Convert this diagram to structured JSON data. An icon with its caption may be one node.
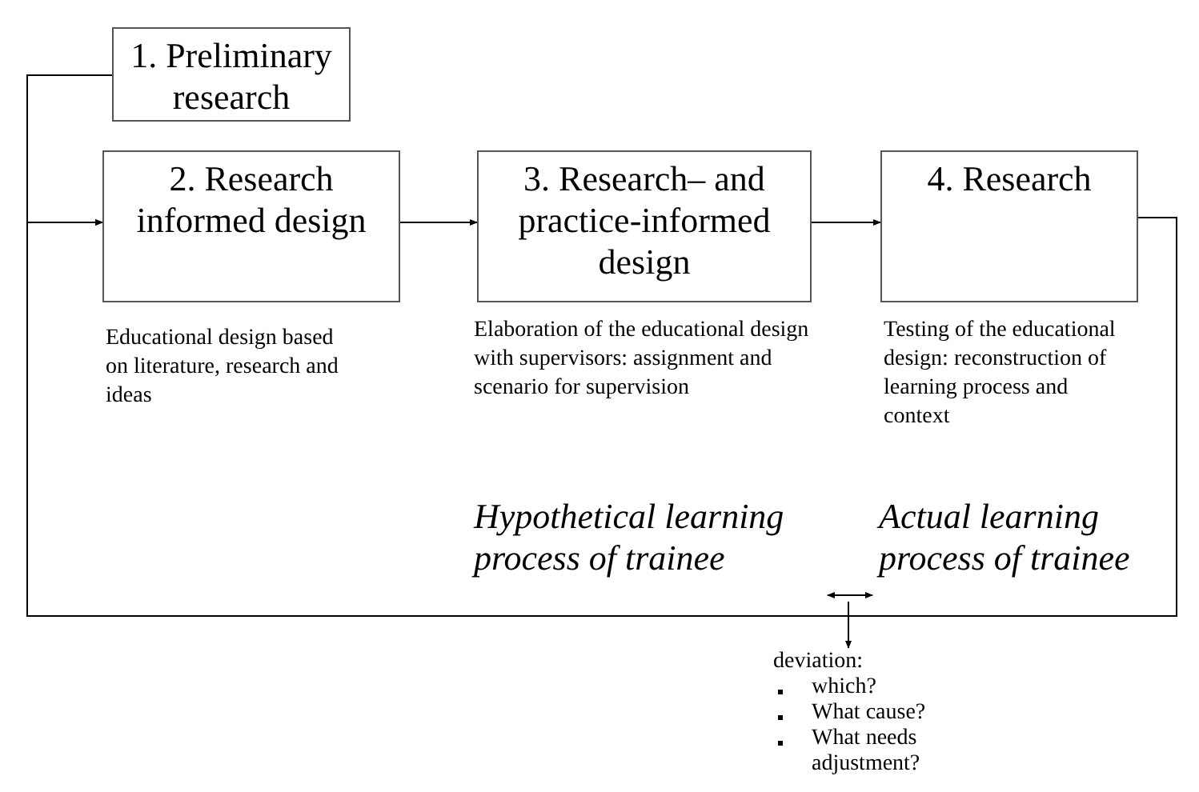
{
  "diagram": {
    "nodes": [
      {
        "text": [
          "1. Preliminary research"
        ]
      },
      {
        "text": [
          "2. Research informed design"
        ],
        "beside": [
          "Educational design based on literature, research and ideas"
        ]
      },
      {
        "text": [
          "3. Research– and practice-informed design"
        ],
        "beside": [
          "Elaboration of the educational design with supervisors: assignment and scenario for supervision"
        ]
      },
      {
        "text": [
          "4. Research"
        ],
        "beside": [
          "Testing of the educational design: reconstruction of learning process and context"
        ]
      },
      {
        "text": [
          "Hypothetical learning process of trainee"
        ]
      },
      {
        "text": [
          "Actual learning process of trainee"
        ]
      },
      {
        "text": [
          "deviation:",
          "which?",
          "What cause?",
          "What needs adjustment?"
        ]
      }
    ],
    "edges": [
      {
        "from": 0,
        "to": 1,
        "arrow": "to"
      },
      {
        "from": 1,
        "to": 2,
        "arrow": "to"
      },
      {
        "from": 2,
        "to": 3,
        "arrow": "to"
      },
      {
        "from": 3,
        "to": 1,
        "arrow": "to"
      },
      {
        "from": 4,
        "to": 5,
        "arrow": "both"
      },
      {
        "from": null,
        "to": 6,
        "arrow": "to"
      }
    ]
  }
}
